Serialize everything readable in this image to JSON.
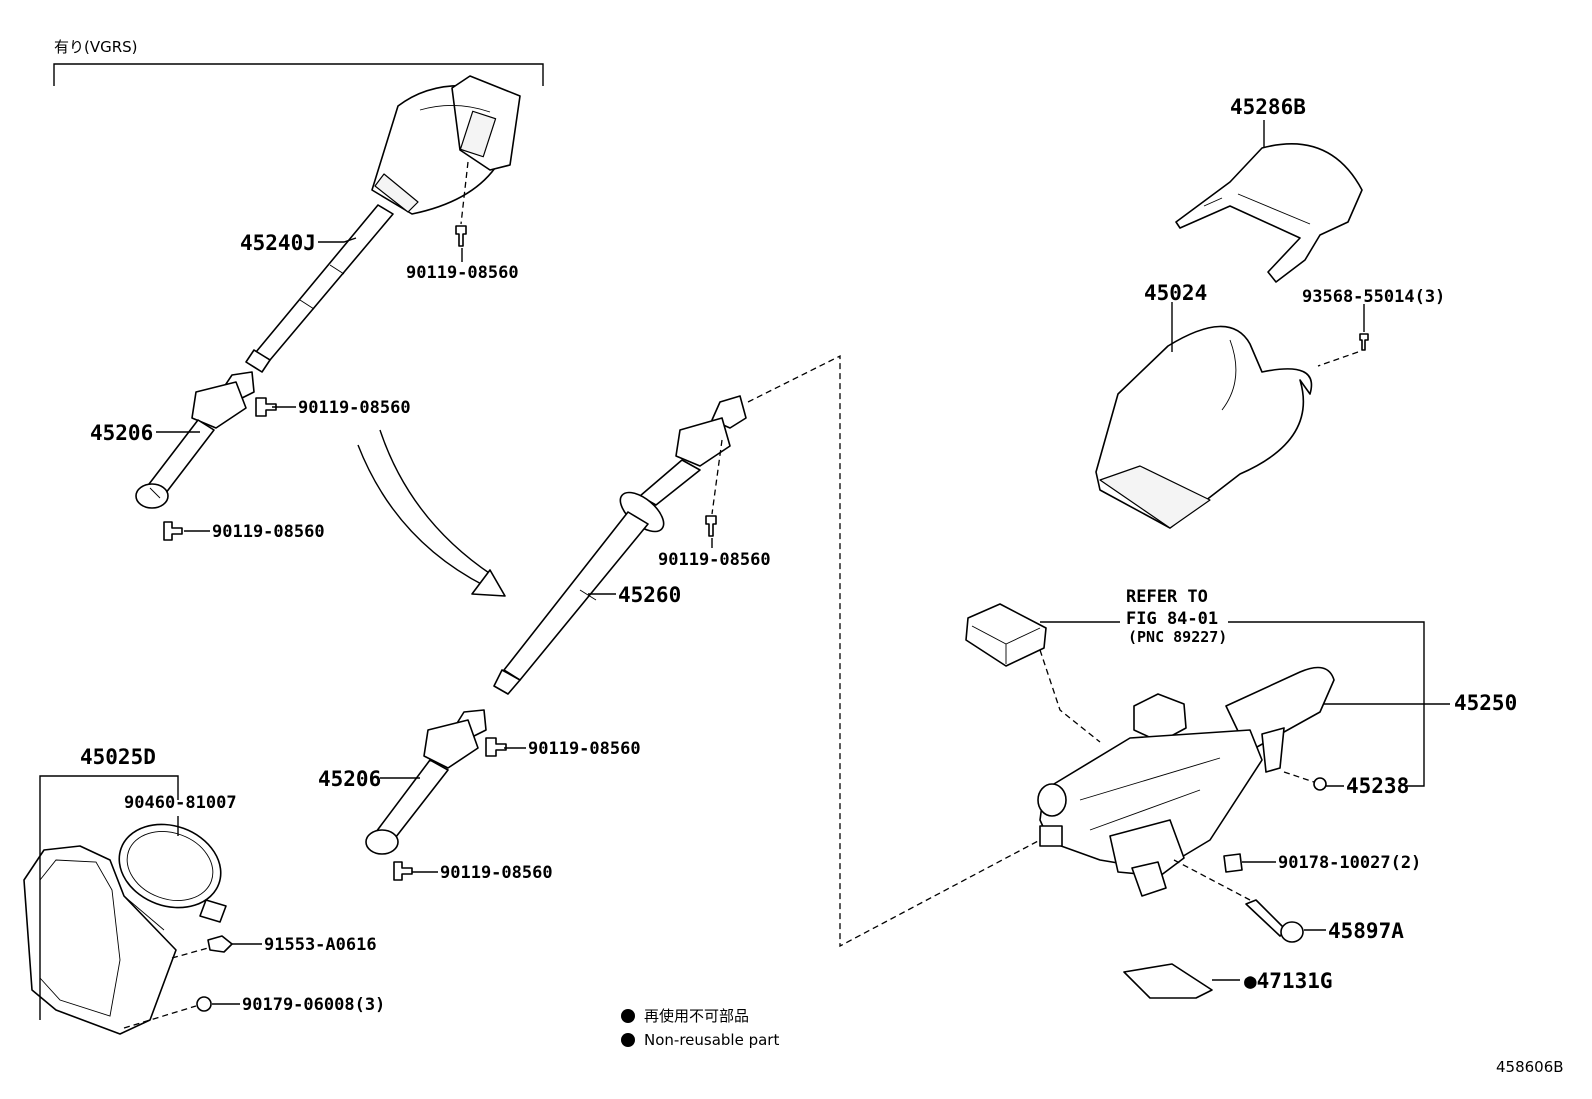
{
  "figure_id": "458606B",
  "group_label": "有り(VGRS)",
  "legend": {
    "line1": "再使用不可部品",
    "line2": "Non-reusable part"
  },
  "refer": {
    "line1": "REFER TO",
    "line2": "FIG 84-01",
    "line3": "(PNC 89227)"
  },
  "parts": {
    "p45240J": "45240J",
    "p90119_a": "90119-08560",
    "p90119_b": "90119-08560",
    "p45206_a": "45206",
    "p90119_c": "90119-08560",
    "p45286B": "45286B",
    "p45024": "45024",
    "p93568": "93568-55014(3)",
    "p90119_d": "90119-08560",
    "p45260": "45260",
    "p90119_e": "90119-08560",
    "p45206_b": "45206",
    "p90119_f": "90119-08560",
    "p45025D": "45025D",
    "p90460": "90460-81007",
    "p91553": "91553-A0616",
    "p90179": "90179-06008(3)",
    "p45250": "45250",
    "p45238": "45238",
    "p90178": "90178-10027(2)",
    "p45897A": "45897A",
    "p47131G": "●47131G"
  }
}
